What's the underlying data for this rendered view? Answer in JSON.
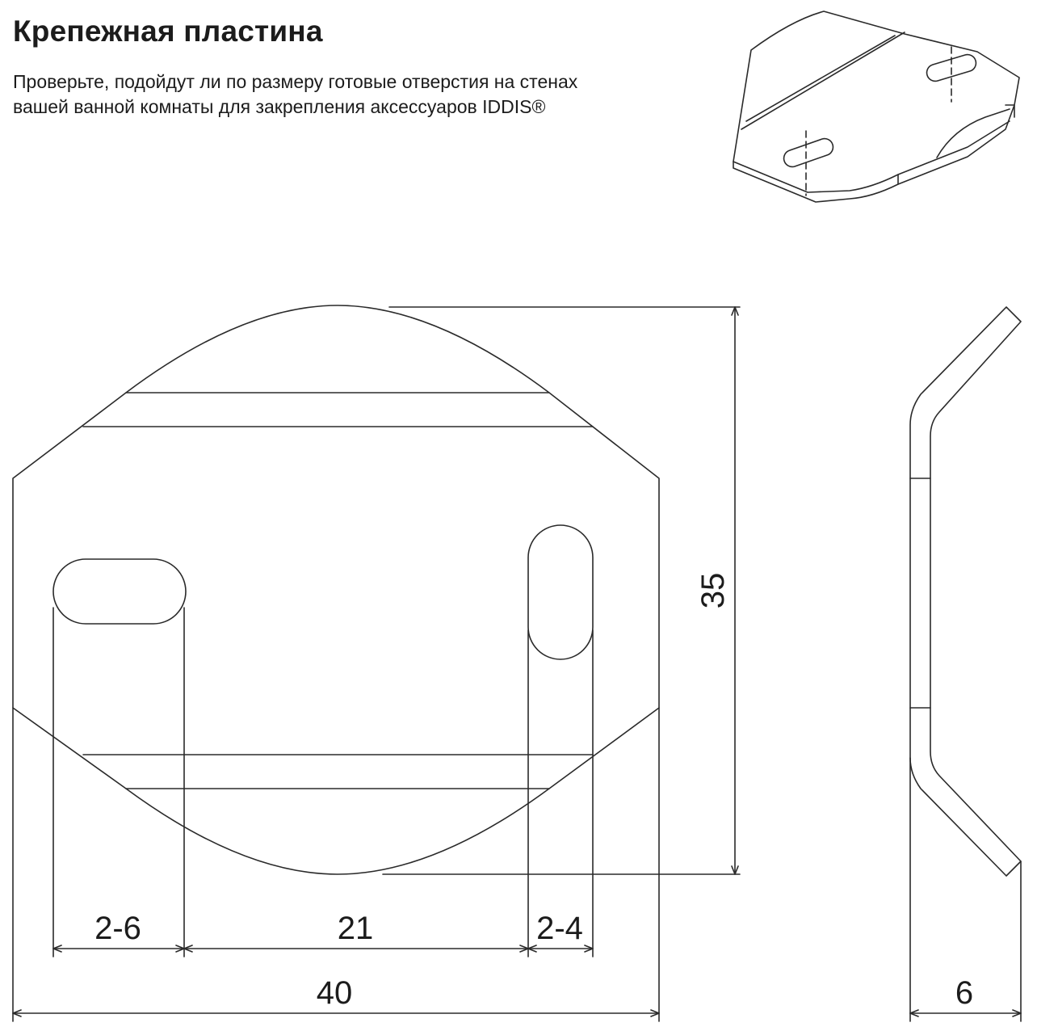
{
  "header": {
    "title": "Крепежная пластина",
    "description_lines": [
      "Проверьте, подойдут ли по размеру готовые отверстия на стенах",
      "вашей ванной комнаты для закрепления аксессуаров IDDIS®"
    ]
  },
  "dimensions": {
    "height": "35",
    "width": "40",
    "left_slot": "2-6",
    "center_spacing": "21",
    "right_slot": "2-4",
    "thickness": "6"
  },
  "colors": {
    "line": "#2a2a2a",
    "text": "#1c1c1c"
  }
}
